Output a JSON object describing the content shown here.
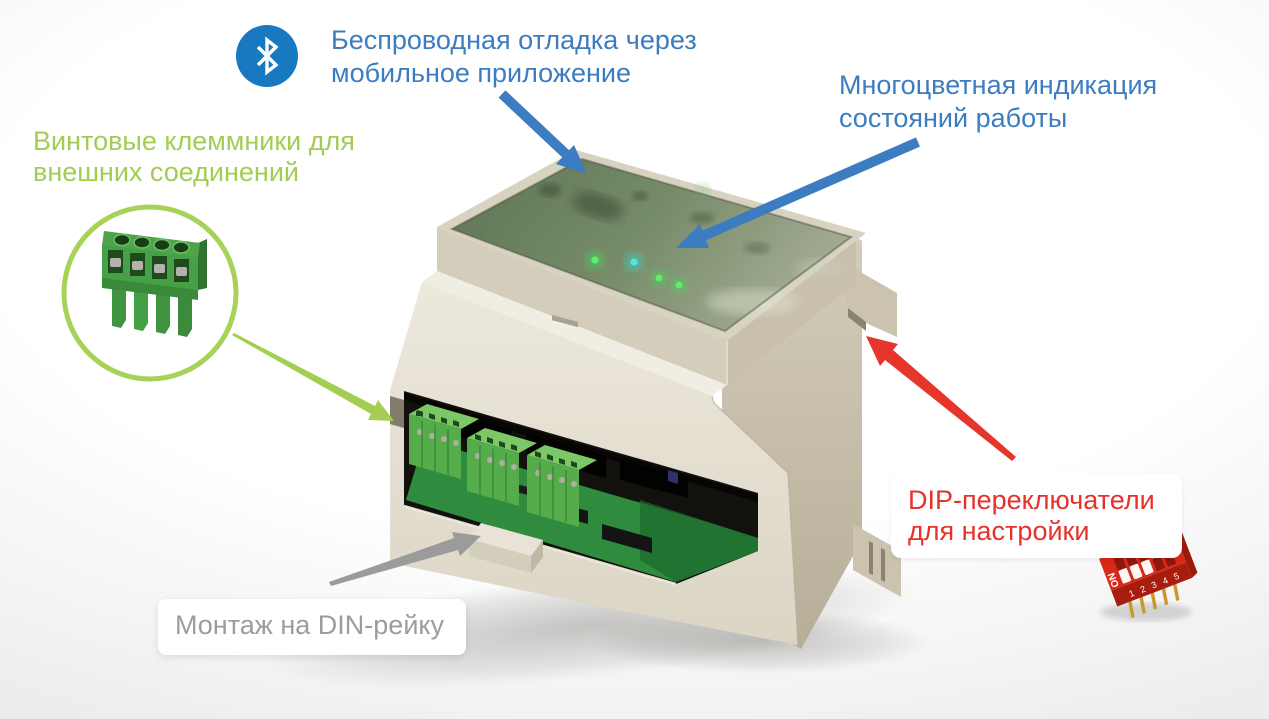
{
  "title": "Device feature callout diagram",
  "callouts": {
    "wireless": {
      "lines": [
        "Беспроводная отладка через",
        "мобильное приложение"
      ],
      "color": "#3c7cc0",
      "icon": "bluetooth"
    },
    "indication": {
      "lines": [
        "Многоцветная индикация",
        "состояний работы"
      ],
      "color": "#3c7cc0"
    },
    "terminals": {
      "lines": [
        "Винтовые клеммники для",
        "внешних соединений"
      ],
      "color": "#a2cd52"
    },
    "dip": {
      "lines": [
        "DIP-переключатели",
        "для настройки"
      ],
      "color": "#e63229"
    },
    "din": {
      "lines": [
        "Монтаж на DIN-рейку"
      ],
      "color": "#9c9c9c"
    }
  },
  "dip_switch": {
    "on_label": "ON",
    "numbers": [
      "1",
      "2",
      "3",
      "4",
      "5"
    ],
    "body_color": "#d8291a"
  },
  "arrows": {
    "blue": "#3c7cc0",
    "green": "#a3ce52",
    "red": "#e6352b",
    "gray": "#9b9b9b"
  },
  "device": {
    "enclosure_color": "#e7e3d6",
    "leds": [
      {
        "color": "#46e05a"
      },
      {
        "color": "#38d8d4"
      },
      {
        "color": "#46e05a"
      },
      {
        "color": "#46e05a"
      }
    ]
  }
}
